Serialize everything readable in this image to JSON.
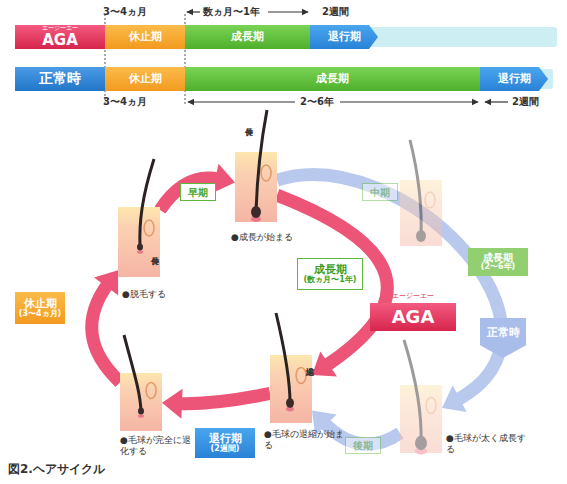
{
  "diagram": {
    "caption": "図2.ヘアサイクル",
    "nodes": [
      {
        "text": [
          "エージーエー",
          "AGA"
        ]
      },
      {
        "text": [
          "休止期"
        ]
      },
      {
        "text": [
          "成長期"
        ]
      },
      {
        "text": [
          "退行期"
        ]
      },
      {
        "text": [
          "正常時"
        ]
      },
      {
        "text": [
          "休止期"
        ]
      },
      {
        "text": [
          "成長期"
        ]
      },
      {
        "text": [
          "退行期"
        ]
      },
      {
        "text": [
          "早期"
        ]
      },
      {
        "text": [
          "伸長",
          "●成長が始まる"
        ]
      },
      {
        "text": [
          "伸長",
          "●脱毛する"
        ]
      },
      {
        "text": [
          "中期"
        ]
      },
      {
        "text": [
          "成長期",
          "(数ヵ月〜1年)"
        ]
      },
      {
        "text": [
          "エージーエー",
          "AGA"
        ]
      },
      {
        "text": [
          "成長期",
          "(2〜6年)"
        ]
      },
      {
        "text": [
          "休止期",
          "(3〜4ヵ月)"
        ]
      },
      {
        "text": [
          "正常時"
        ]
      },
      {
        "text": [
          "退縮",
          "●毛球の退縮が始まる"
        ]
      },
      {
        "text": [
          "●毛球が太く成長する"
        ]
      },
      {
        "text": [
          "●毛球が完全に退化する"
        ]
      },
      {
        "text": [
          "後期"
        ]
      },
      {
        "text": [
          "退行期",
          "(2週間)"
        ]
      }
    ],
    "edges": [
      {
        "from": 10,
        "to": 9,
        "arrow": "to"
      },
      {
        "from": 9,
        "to": 17,
        "arrow": "to"
      },
      {
        "from": 17,
        "to": 19,
        "arrow": "to"
      },
      {
        "from": 19,
        "to": 10,
        "arrow": "to"
      },
      {
        "from": 9,
        "to": 18,
        "arrow": "to"
      },
      {
        "from": 18,
        "to": 17,
        "arrow": "to"
      }
    ],
    "labels": [
      "3〜4ヵ月",
      "数ヵ月〜1年",
      "2週間",
      "3〜4ヵ月",
      "2〜6年",
      "2週間"
    ]
  }
}
